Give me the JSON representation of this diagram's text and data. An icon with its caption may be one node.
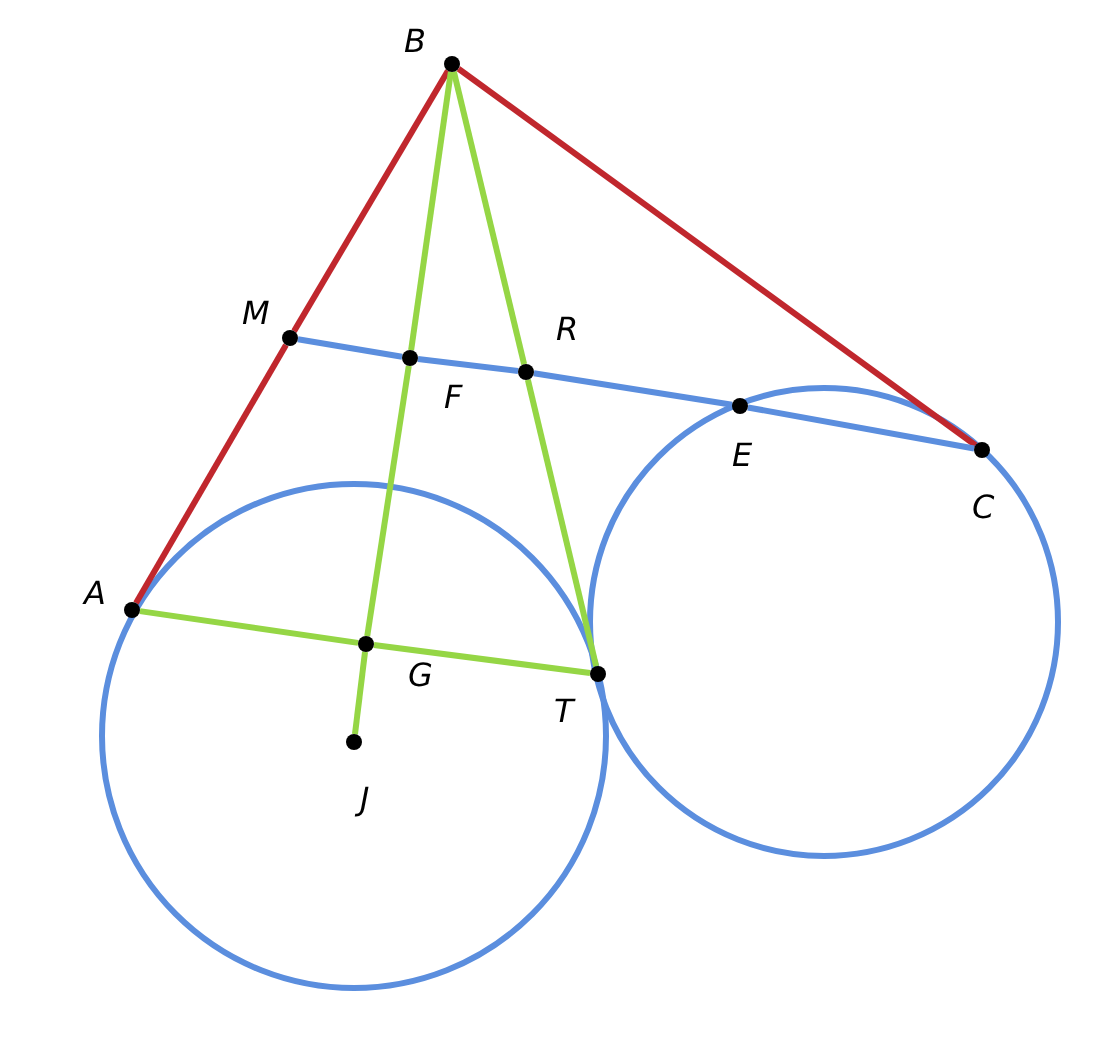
{
  "diagram": {
    "nodes": [
      {
        "text": [],
        "shape": "circle",
        "beside": [
          "B"
        ]
      },
      {
        "text": [],
        "shape": "circle",
        "beside": [
          "M"
        ]
      },
      {
        "text": [],
        "shape": "circle",
        "beside": [
          "R"
        ]
      },
      {
        "text": [],
        "shape": "circle",
        "beside": [
          "F"
        ]
      },
      {
        "text": [],
        "shape": "circle",
        "beside": [
          "E"
        ]
      },
      {
        "text": [],
        "shape": "circle",
        "beside": [
          "C"
        ]
      },
      {
        "text": [],
        "shape": "circle",
        "beside": [
          "A"
        ]
      },
      {
        "text": [],
        "shape": "circle",
        "beside": [
          "G"
        ]
      },
      {
        "text": [],
        "shape": "circle",
        "beside": [
          "T"
        ]
      },
      {
        "text": [],
        "shape": "circle",
        "beside": [
          "J"
        ]
      }
    ],
    "edges": [
      {
        "from": 0,
        "to": 1,
        "arrow": "none",
        "color": "#c0272d"
      },
      {
        "from": 1,
        "to": 6,
        "arrow": "none",
        "color": "#c0272d"
      },
      {
        "from": 0,
        "to": 5,
        "arrow": "none",
        "color": "#c0272d"
      },
      {
        "from": 1,
        "to": 3,
        "arrow": "none",
        "color": "#5b8ede"
      },
      {
        "from": 3,
        "to": 2,
        "arrow": "none",
        "color": "#5b8ede"
      },
      {
        "from": 2,
        "to": 4,
        "arrow": "none",
        "color": "#5b8ede"
      },
      {
        "from": 4,
        "to": 5,
        "arrow": "none",
        "color": "#5b8ede"
      },
      {
        "from": 0,
        "to": 3,
        "arrow": "none"
      },
      {
        "from": 3,
        "to": 7,
        "arrow": "none"
      },
      {
        "from": 7,
        "to": 9,
        "arrow": "none"
      },
      {
        "from": 0,
        "to": 2,
        "arrow": "none"
      },
      {
        "from": 2,
        "to": 8,
        "arrow": "none"
      },
      {
        "from": 6,
        "to": 7,
        "arrow": "none"
      },
      {
        "from": 7,
        "to": 8,
        "arrow": "none"
      }
    ]
  }
}
